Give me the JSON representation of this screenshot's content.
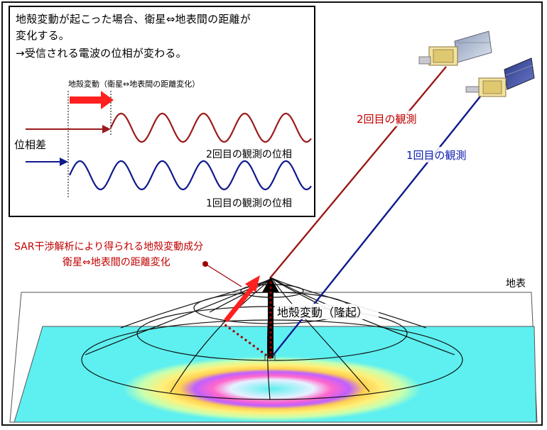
{
  "explanation": {
    "line1": "地殻変動が起こった場合、衛星⇔地表間の距離が",
    "line2": "変化する。",
    "line3": "→受信される電波の位相が変わる。"
  },
  "phase_panel": {
    "shift_label": "地殻変動（衛星⇔地表間の距離変化）",
    "phase_diff_label": "位相差",
    "second_phase_label": "2回目の観測の位相",
    "first_phase_label": "1回目の観測の位相"
  },
  "orbits": {
    "second_obs_label": "2回目の観測",
    "first_obs_label": "1回目の観測"
  },
  "ground": {
    "surface_label": "地表",
    "uplift_label": "地殻変動（隆起）",
    "sar_component_label_1": "SAR干渉解析により得られる地殻変動成分",
    "sar_component_label_2": "衛星⇔地表間の距離変化"
  },
  "colors": {
    "red_wave": "#9b1b1b",
    "blue_wave": "#101a8c",
    "red_arrow": "#ff2020",
    "label_red": "#c00000",
    "label_blue": "#1020b0",
    "ground_cyan": "#5ef0f0"
  }
}
